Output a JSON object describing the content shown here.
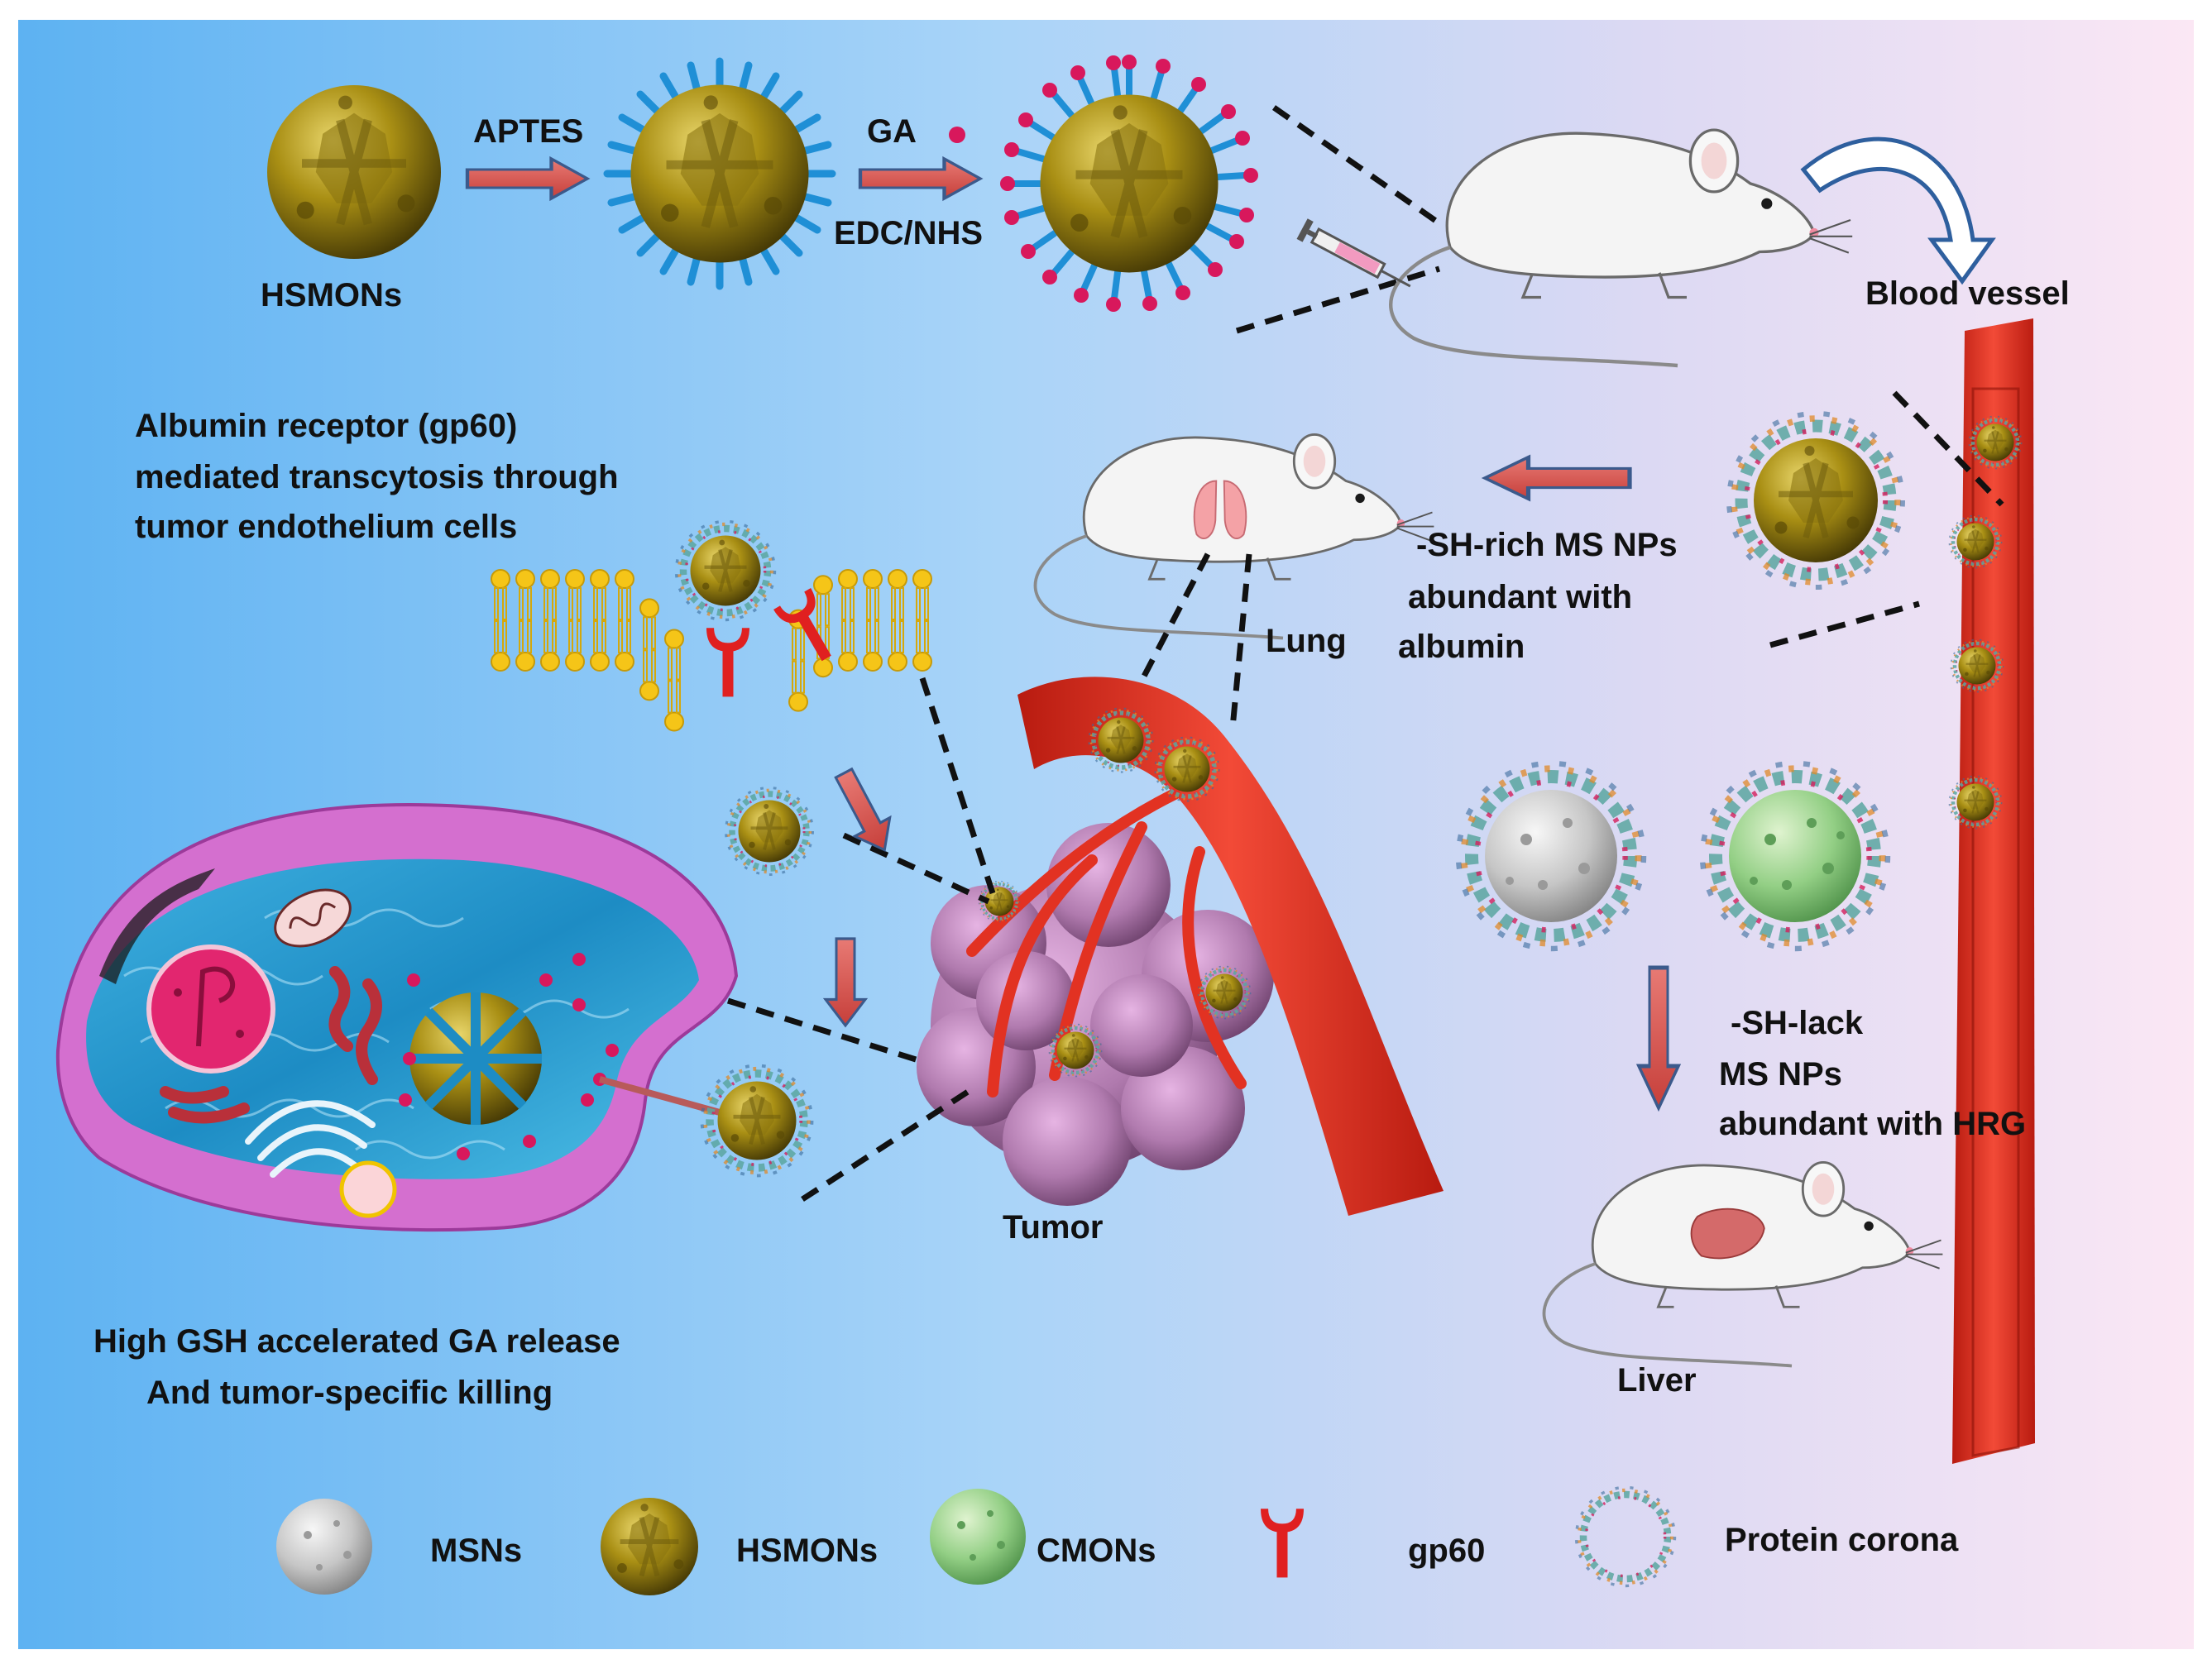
{
  "synthesis": {
    "label_hsmons": "HSMONs",
    "label_aptes": "APTES",
    "label_ga": "GA",
    "label_edc_nhs": "EDC/NHS"
  },
  "circulation": {
    "label_blood_vessel": "Blood vessel"
  },
  "lung_pathway": {
    "label_sh_rich": "-SH-rich MS NPs",
    "label_abundant_with": "abundant with",
    "label_albumin": "albumin",
    "label_lung": "Lung"
  },
  "transcytosis": {
    "line1": "Albumin receptor (gp60)",
    "line2": "mediated transcytosis through",
    "line3": "tumor endothelium cells"
  },
  "tumor": {
    "label_tumor": "Tumor"
  },
  "cell": {
    "line1": "High GSH  accelerated GA release",
    "line2": "And tumor-specific killing"
  },
  "liver_pathway": {
    "line1": "-SH-lack",
    "line2": "MS NPs",
    "line3": "abundant with HRG",
    "label_liver": "Liver"
  },
  "legend": {
    "items": [
      {
        "icon": "msn-particle-icon",
        "label": "MSNs"
      },
      {
        "icon": "hsmon-particle-icon",
        "label": "HSMONs"
      },
      {
        "icon": "cmon-particle-icon",
        "label": "CMONs"
      },
      {
        "icon": "gp60-receptor-icon",
        "label": "gp60"
      },
      {
        "icon": "protein-corona-icon",
        "label": "Protein corona"
      }
    ]
  },
  "colors": {
    "background_left": "#5fb6f5",
    "background_right": "#fbe6f4",
    "hsmon_gold": "#a78f14",
    "aptes_blue": "#1f8fd6",
    "ga_magenta": "#d8185c",
    "arrow_red": "#d9534f",
    "arrow_border": "#3b5a8c",
    "vessel_red": "#e23222",
    "tumor_violet": "#b57ab3",
    "cell_pink": "#d46fcf"
  }
}
